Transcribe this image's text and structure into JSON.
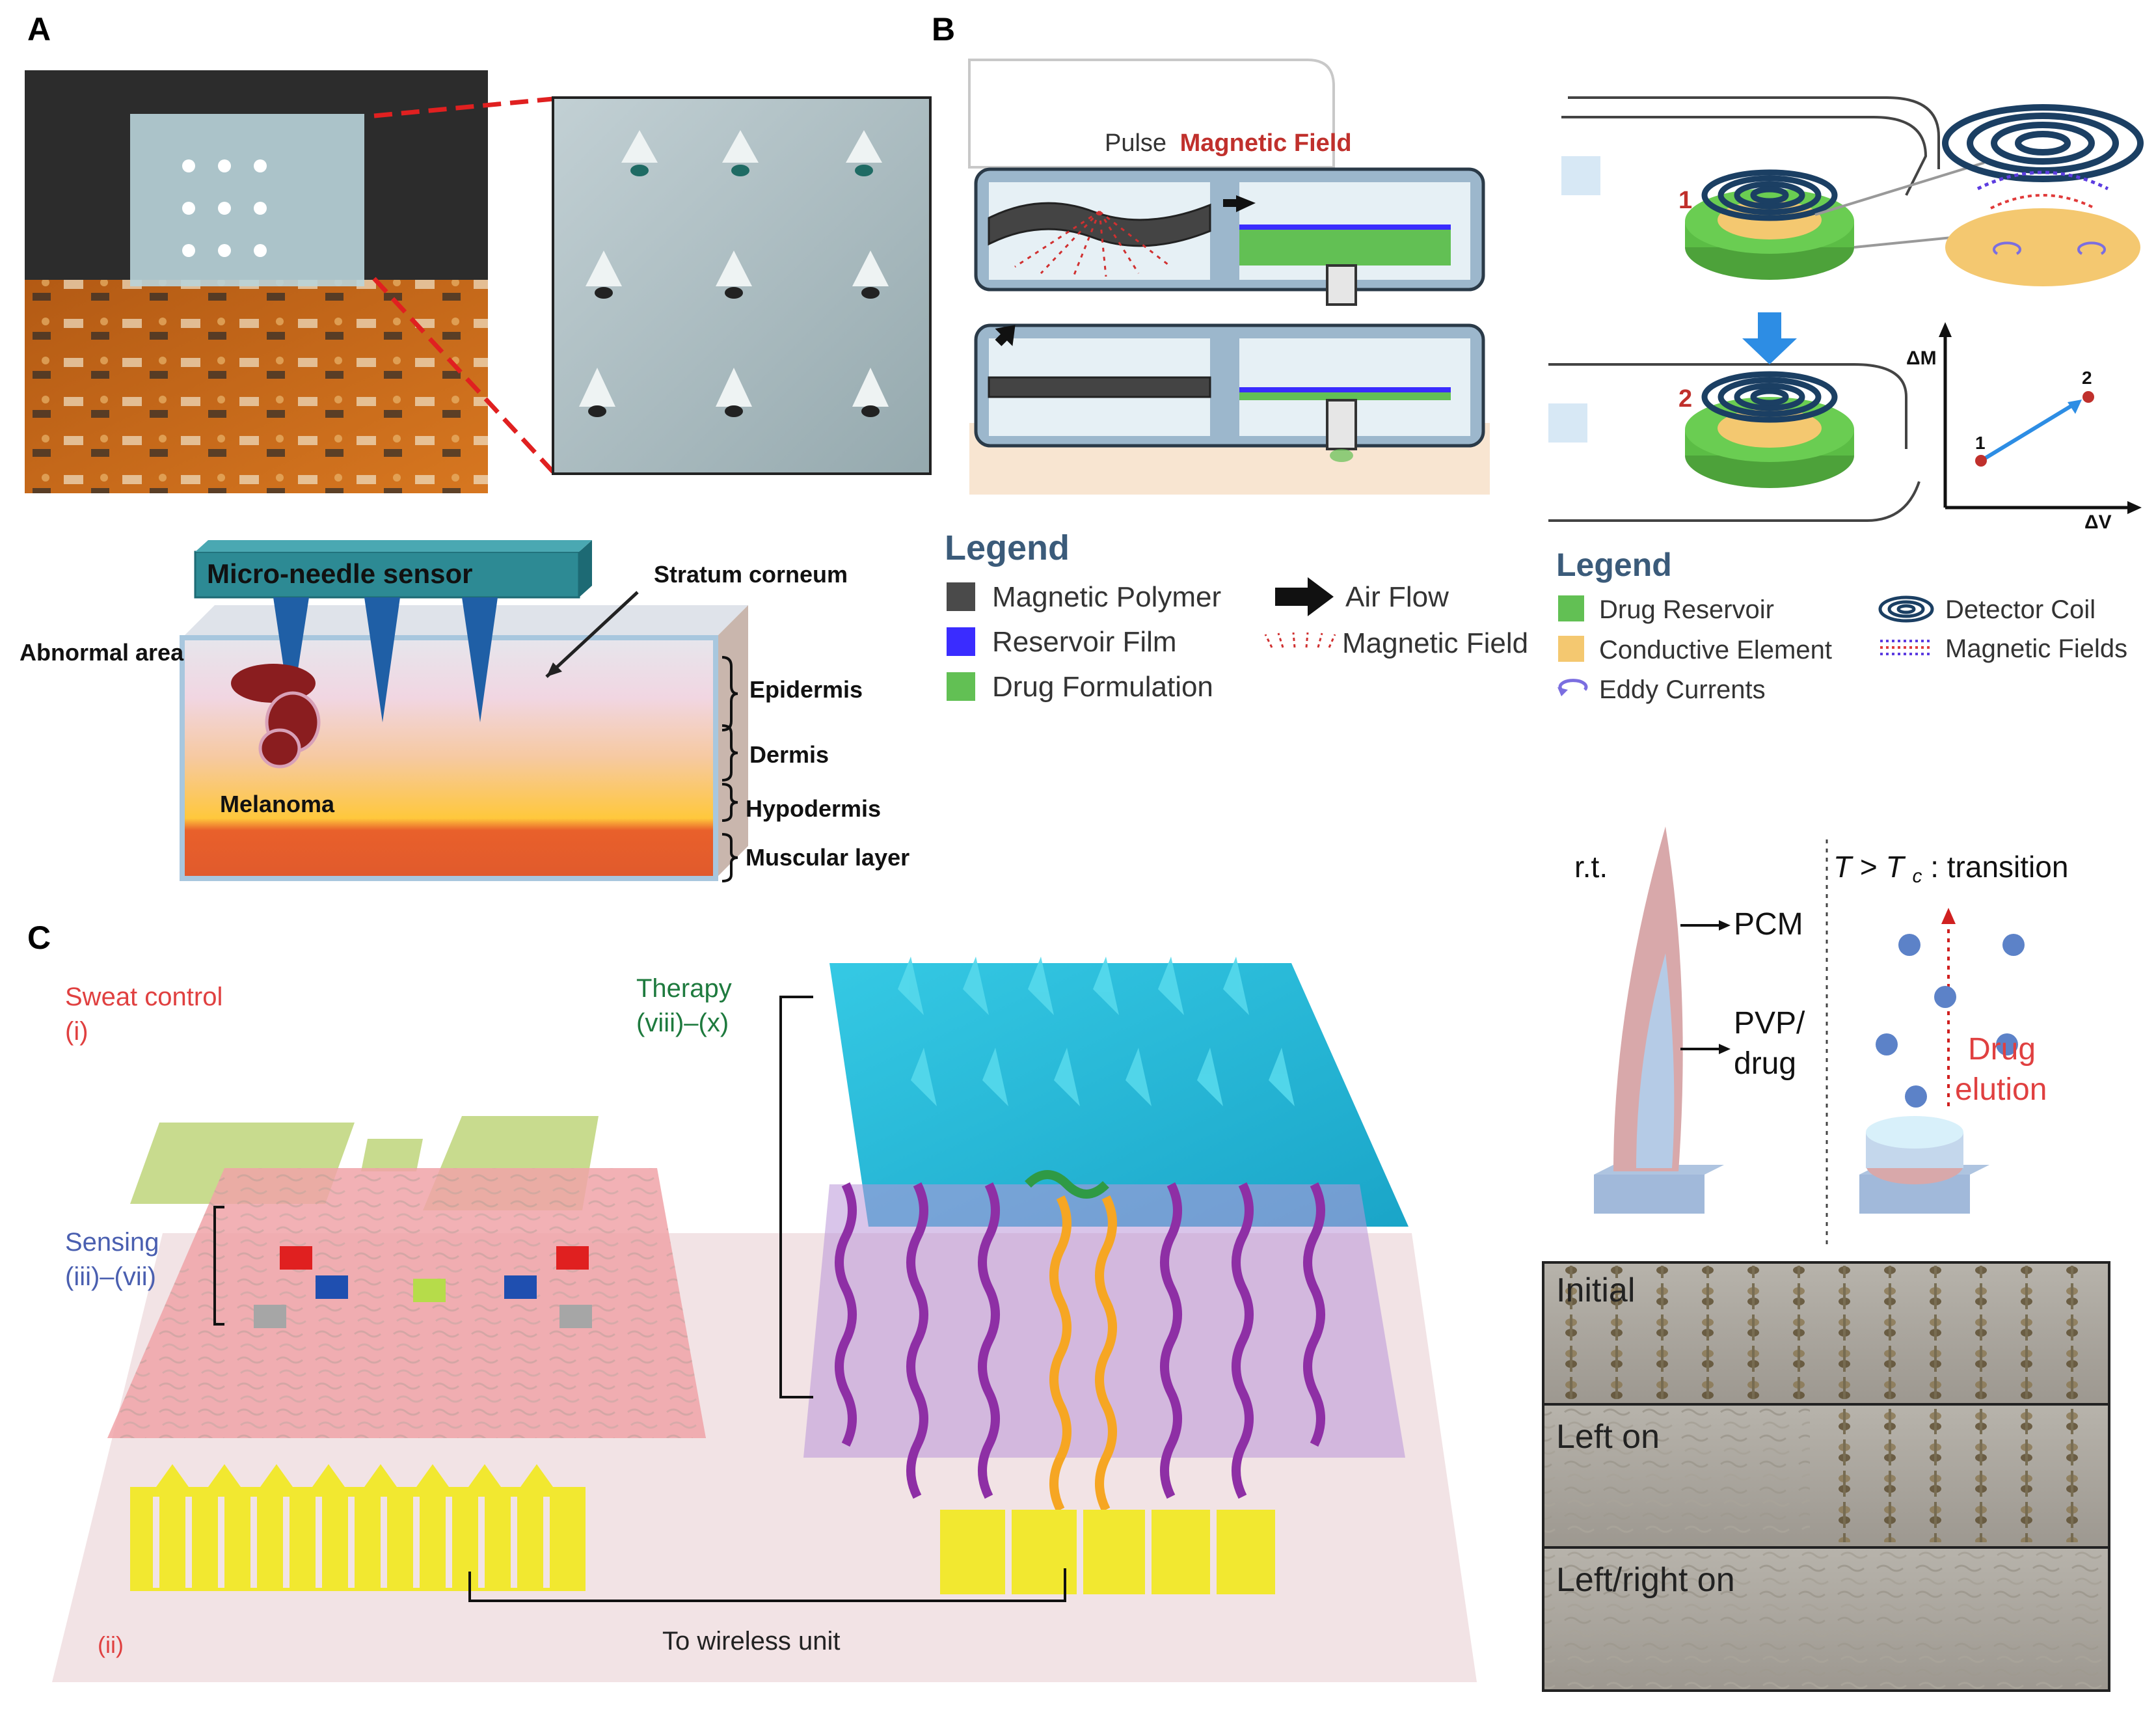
{
  "panel_labels": {
    "a": "A",
    "b": "B",
    "c": "C"
  },
  "panel_a": {
    "sensor_label": "Micro-needle sensor",
    "stratum": "Stratum corneum",
    "abnormal": "Abnormal area",
    "melanoma": "Melanoma",
    "layers": [
      "Epidermis",
      "Dermis",
      "Hypodermis",
      "Muscular layer"
    ]
  },
  "panel_b": {
    "pulse_prefix": "Pulse",
    "pulse_field": "Magnetic Field",
    "legend1_title": "Legend",
    "legend1_items": [
      "Magnetic Polymer",
      "Reservoir Film",
      "Drug Formulation",
      "Air Flow",
      "Magnetic Field"
    ],
    "legend2_title": "Legend",
    "legend2_items": [
      "Drug Reservoir",
      "Conductive Element",
      "Eddy Currents",
      "Detector Coil",
      "Magnetic Fields"
    ],
    "step_labels": [
      "1",
      "2"
    ],
    "graph": {
      "y_axis": "ΔM",
      "x_axis": "ΔV",
      "points": [
        "1",
        "2"
      ]
    },
    "colors": {
      "accent_red": "#c0302c",
      "polymer": "#4a4a4a",
      "film": "#3a2cff",
      "drug": "#62c054",
      "conductive": "#f4c870",
      "coil": "#1b3f63"
    }
  },
  "panel_c": {
    "sweat_control": "Sweat control",
    "sweat_num": "(i)",
    "sensing": "Sensing",
    "sensing_num": "(iii)–(vii)",
    "therapy": "Therapy",
    "therapy_num": "(viii)–(x)",
    "wireless": "To wireless unit",
    "ii": "(ii)"
  },
  "panel_pcm": {
    "rt": "r.t.",
    "transition": ": transition",
    "T": "T",
    "gt": " > ",
    "Tc": "T",
    "c": "c",
    "pcm": "PCM",
    "pvp1": "PVP/",
    "pvp2": "drug",
    "drug1": "Drug",
    "drug2": "elution"
  },
  "panel_photo": {
    "rows": [
      "Initial",
      "Left on",
      "Left/right on"
    ]
  }
}
